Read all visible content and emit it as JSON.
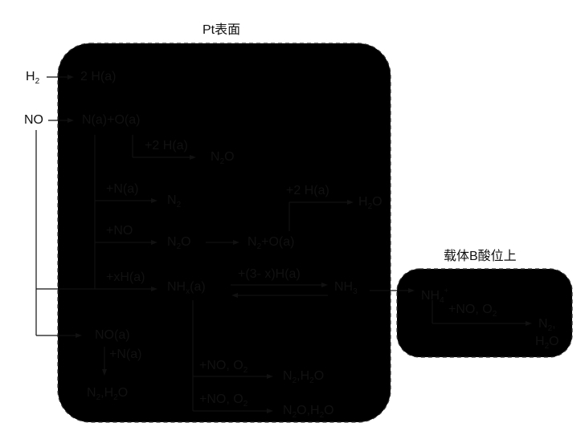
{
  "regions": {
    "pt_surface": "Pt表面",
    "support_acid": "载体B酸位上"
  },
  "nodes": {
    "h2": {
      "main": "H",
      "sub": "2"
    },
    "two_h": "2 H(a)",
    "no": "NO",
    "n_o": "N(a)+O(a)",
    "n2o_top": {
      "main": "N",
      "sub": "2",
      "rest": "O"
    },
    "n2": {
      "main": "N",
      "sub": "2"
    },
    "n2o_mid": {
      "main": "N",
      "sub": "2",
      "rest": "O"
    },
    "n2_oa": {
      "main": "N",
      "sub": "2",
      "rest": "+O(a)"
    },
    "h2o": {
      "pre": "H",
      "sub": "2",
      "rest": "O"
    },
    "nhx": {
      "main": "NH",
      "sub": "x",
      "rest": "(a)"
    },
    "nh3": {
      "main": "NH",
      "sub": "3"
    },
    "nh4": {
      "main": "NH",
      "sub": "4",
      "sup": "+"
    },
    "n2_h2o_right_1": {
      "main": "N",
      "sub": "2",
      "rest": ","
    },
    "n2_h2o_right_2": {
      "pre": "H",
      "sub": "2",
      "rest": "O"
    },
    "noa": "NO(a)",
    "n2h2o_left": {
      "a": "N",
      "sub1": "2",
      "b": ",H",
      "sub2": "2",
      "c": "O"
    },
    "n2h2o_bottom1": {
      "a": "N",
      "sub1": "2",
      "b": ",H",
      "sub2": "2",
      "c": "O"
    },
    "n2oh2o_bottom2": {
      "a": "N",
      "sub1": "2",
      "b": "O,H",
      "sub2": "2",
      "c": "O"
    }
  },
  "labels": {
    "plus_2h_1": "+2 H(a)",
    "plus_na": "+N(a)",
    "plus_no": "+NO",
    "plus_xh": "+xH(a)",
    "plus_2h_2": "+2 H(a)",
    "plus_3xh": "+(3- x)H(a)",
    "plus_no_o2_right": {
      "a": "+NO, O",
      "sub": "2"
    },
    "plus_na_2": "+N(a)",
    "plus_no_o2_b1": {
      "a": "+NO, O",
      "sub": "2"
    },
    "plus_no_o2_b2": {
      "a": "+NO, O",
      "sub": "2"
    }
  }
}
